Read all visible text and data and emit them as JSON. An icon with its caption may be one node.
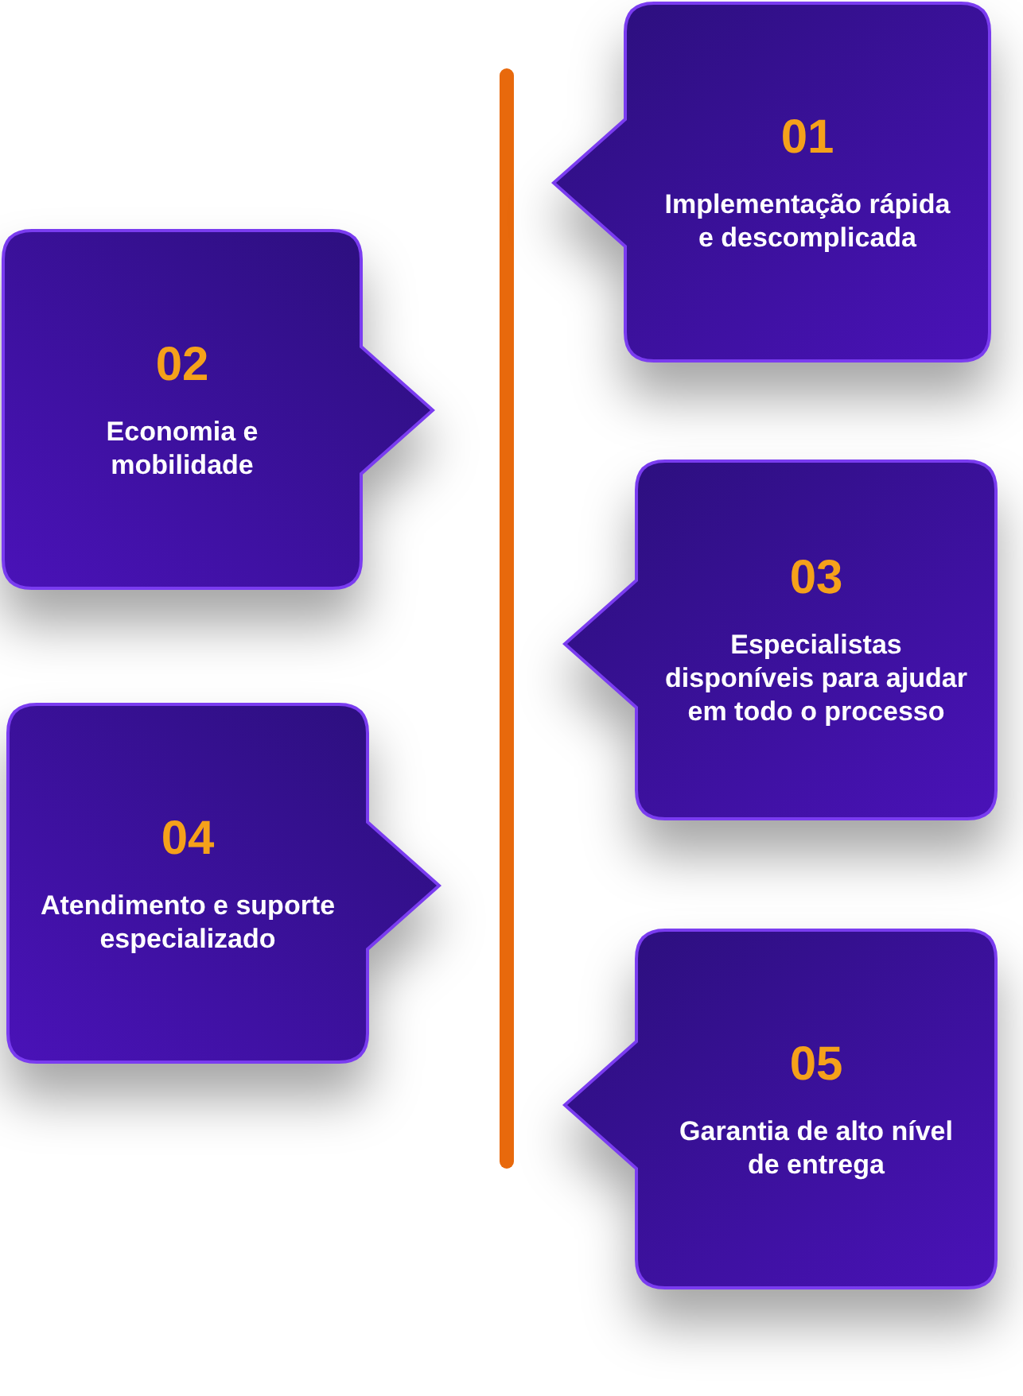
{
  "diagram": {
    "nodes": [
      {
        "text": [
          "01",
          "Implementação rápida e descomplicada"
        ]
      },
      {
        "text": [
          "02",
          "Economia e mobilidade"
        ]
      },
      {
        "text": [
          "03",
          "Especialistas disponíveis para ajudar em todo o processo"
        ]
      },
      {
        "text": [
          "04",
          "Atendimento e suporte especializado"
        ]
      },
      {
        "text": [
          "05",
          "Garantia de alto nível de entrega"
        ]
      }
    ]
  }
}
